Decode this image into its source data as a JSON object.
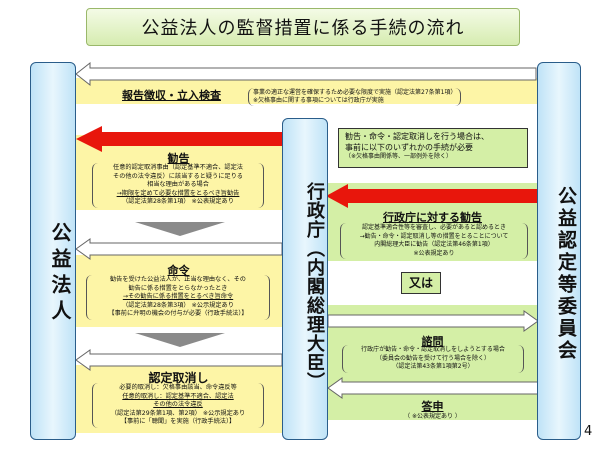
{
  "title": "公益法人の監督措置に係る手続の流れ",
  "columns": {
    "left": "公益法人",
    "middle": "行政庁（内閣総理大臣）",
    "right": "公益認定等委員会"
  },
  "inspection": {
    "heading": "報告徴収・立入検査",
    "note1": "事業の適正な運営を確保するため必要な限度で実施（認定法第27条第1項）",
    "note2": "※欠格事由に関する事項については行政庁が実施"
  },
  "advice": {
    "heading": "勧告",
    "lines": [
      "任意的認定取消事由（認定基準不適合、認定法",
      "その他の法令違反）に該当すると疑うに足りる",
      "相当な理由がある場合",
      "→期限を定めて必要な措置をとるべき旨勧告",
      "（認定法第28条第1項） ※公表規定あり"
    ]
  },
  "order": {
    "heading": "命令",
    "lines": [
      "勧告を受けた公益法人が、正当な理由なく、その",
      "勧告に係る措置をとらなかったとき",
      "→その勧告に係る措置をとるべき旨命令",
      "（認定法第28条第3項） ※公示規定あり",
      "【事前に弁明の機会の付与が必要（行政手続法）】"
    ]
  },
  "revocation": {
    "heading": "認定取消し",
    "lines": [
      "必要的取消し：欠格事由該当、命令違反等",
      "任意的取消し：認定基準不適合、認定法",
      "その他の法令違反",
      "（認定法第29条第1項、第2項） ※公示規定あり",
      "【事前に「聴聞」を実施（行政手続法）】"
    ]
  },
  "procedure_box": {
    "line1": "勧告・命令・認定取消しを行う場合は、",
    "line2": "事前に以下のいずれかの手続が必要",
    "line3": "（※欠格事由関係等、一部例外を除く）"
  },
  "recommendation": {
    "heading": "行政庁に対する勧告",
    "lines": [
      "認定基準適合性等を審査し、必要があると認めるとき",
      "→勧告・命令・認定取消し等の措置をとることについて",
      "内閣総理大臣に勧告（認定法第46条第1項）",
      "※公表規定あり"
    ]
  },
  "or_label": "又は",
  "consultation": {
    "heading": "諮問",
    "lines": [
      "行政庁が勧告・命令・認定取消しをしようとする場合",
      "（委員会の勧告を受けて行う場合を除く）",
      "（認定法第43条第1項第2号）"
    ]
  },
  "report": {
    "heading": "答申",
    "note": "（ ※公表規定あり ）"
  },
  "page_number": "4",
  "colors": {
    "red_arrow": "#e8160c",
    "yellow": "#fdf5a6",
    "green": "#d4efa6",
    "blue": "#bfe3f7"
  }
}
